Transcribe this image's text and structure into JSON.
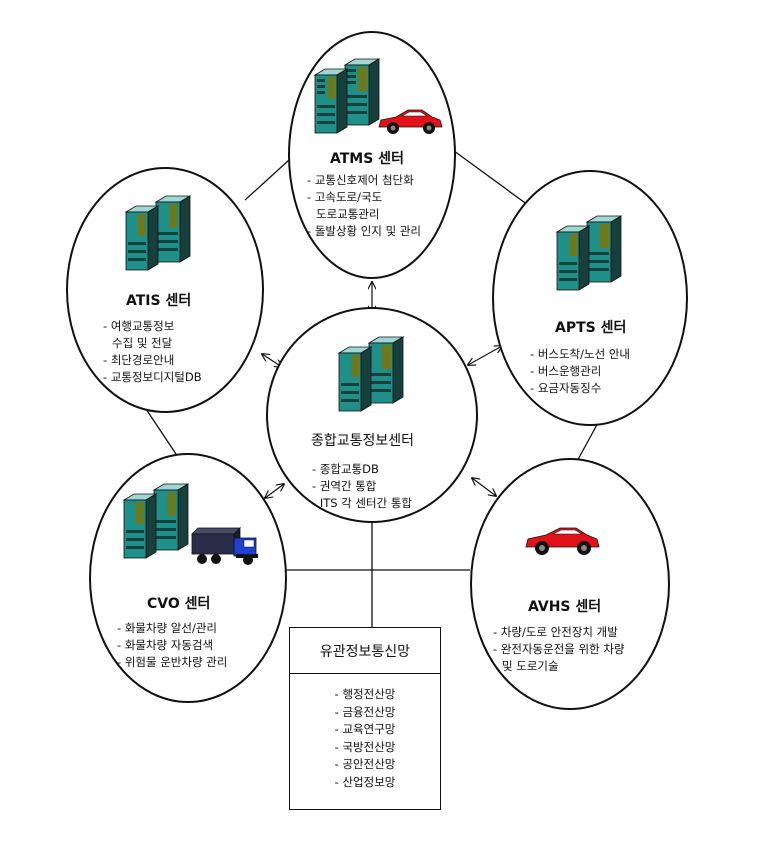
{
  "center": {
    "title": "종합교통정보센터",
    "items": [
      "종합교통DB",
      "권역간 통합",
      "ITS 각 센터간 통합"
    ]
  },
  "atms": {
    "title": "ATMS 센터",
    "items": [
      "교통신호제어 첨단화",
      "고속도로/국도",
      "도로교통관리",
      "돌발상황 인지 및 관리"
    ]
  },
  "atis": {
    "title": "ATIS 센터",
    "items": [
      "여행교통정보",
      "수집 및 전달",
      "최단경로안내",
      "교통정보디지털DB"
    ]
  },
  "apts": {
    "title": "APTS 센터",
    "items": [
      "버스도착/노선 안내",
      "버스운행관리",
      "요금자동징수"
    ]
  },
  "cvo": {
    "title": "CVO 센터",
    "items": [
      "화물차량 알선/관리",
      "화물차량 자동검색",
      "위험물 운반차량 관리"
    ]
  },
  "avhs": {
    "title": "AVHS 센터",
    "items": [
      "차량/도로 안전장치 개발",
      "완전자동운전을 위한 차량",
      "및 도로기술"
    ]
  },
  "network": {
    "title": "유관정보통신망",
    "items": [
      "행정전산망",
      "금융전산망",
      "교육연구망",
      "국방전산망",
      "공안전산망",
      "산업정보망"
    ]
  },
  "colors": {
    "server_teal": "#1f8f8a",
    "server_dark": "#173f3c",
    "server_olive": "#6b7a1f",
    "car_red": "#e3121a",
    "truck_blue": "#1f3fd6",
    "truck_box": "#2a2d4a"
  },
  "icons": [
    "server-icon",
    "red-car-icon",
    "truck-icon"
  ]
}
